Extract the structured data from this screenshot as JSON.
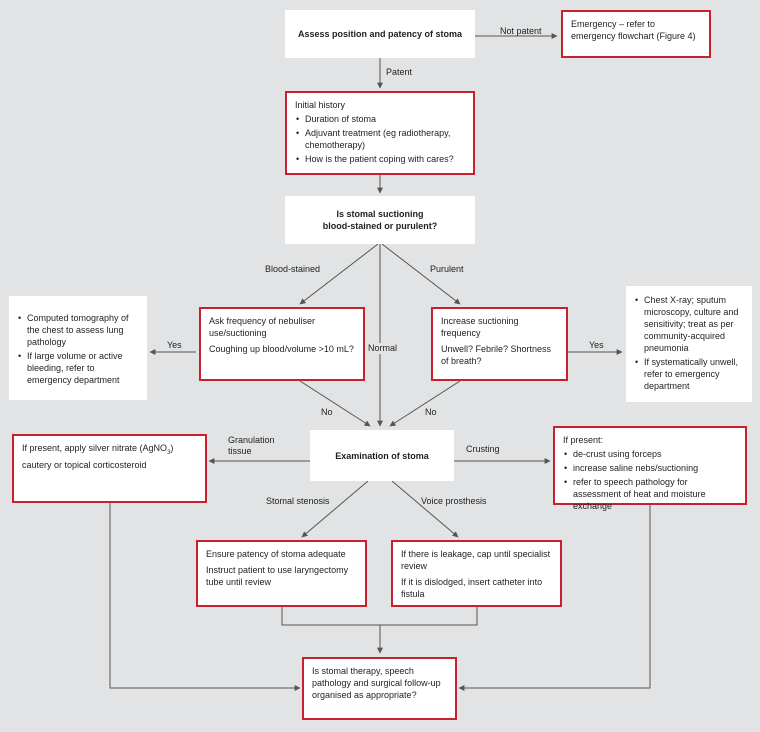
{
  "nodes": {
    "assess": "Assess position and patency of stoma",
    "emergency": "Emergency – refer to emergency flowchart (Figure 4)",
    "history": {
      "title": "Initial history",
      "items": [
        "Duration of stoma",
        "Adjuvant treatment (eg radiotherapy, chemotherapy)",
        "How is the patient coping with cares?"
      ]
    },
    "suction_q": {
      "line1": "Is stomal suctioning",
      "line2": "blood-stained or purulent?"
    },
    "ct": {
      "items": [
        "Computed tomography of the chest to assess lung pathology",
        "If large volume or active bleeding, refer to emergency department"
      ]
    },
    "nebuliser": {
      "p1": "Ask frequency of nebuliser use/suctioning",
      "p2": "Coughing up blood/volume >10 mL?"
    },
    "increase": {
      "p1": "Increase suctioning frequency",
      "p2": "Unwell? Febrile? Shortness of breath?"
    },
    "xray": {
      "items": [
        "Chest X-ray; sputum microscopy, culture and sensitivity; treat as per community-acquired pneumonia",
        "If systematically unwell, refer to emergency department"
      ]
    },
    "exam": "Examination of stoma",
    "silver": {
      "pre": "If present, apply silver nitrate (AgNO",
      "sub": "3",
      "post": ") cautery or topical corticosteroid"
    },
    "crust": {
      "title": "If present:",
      "items": [
        "de-crust using forceps",
        "increase saline nebs/suctioning",
        "refer to speech pathology for assessment of heat and moisture exchange"
      ]
    },
    "ensure": {
      "p1": "Ensure patency of stoma adequate",
      "p2": "Instruct patient to use laryngectomy tube until review"
    },
    "leak": {
      "p1": "If there is leakage, cap until specialist review",
      "p2": "If it is dislodged, insert catheter into fistula"
    },
    "followup": "Is stomal therapy, speech pathology and surgical follow-up organised as appropriate?"
  },
  "labels": {
    "not_patent": "Not patent",
    "patent": "Patent",
    "blood": "Blood-stained",
    "purulent": "Purulent",
    "normal": "Normal",
    "yes_left": "Yes",
    "yes_right": "Yes",
    "no_left": "No",
    "no_right": "No",
    "granulation": {
      "l1": "Granulation",
      "l2": "tissue"
    },
    "crusting": "Crusting",
    "stenosis": "Stomal stenosis",
    "voice": "Voice prosthesis"
  },
  "colors": {
    "accent": "#c8202c",
    "line": "#555555",
    "background": "#e2e3e4"
  }
}
